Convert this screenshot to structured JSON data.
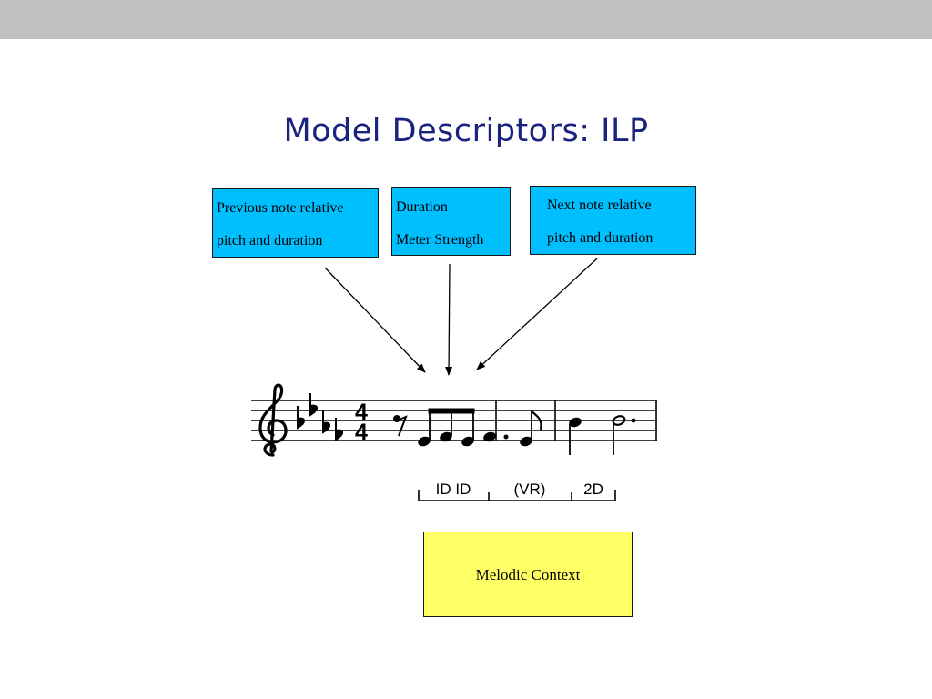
{
  "slide": {
    "title": "Model Descriptors: ILP"
  },
  "boxes": {
    "previous": {
      "line1": "Previous note relative",
      "line2": "pitch and duration"
    },
    "current": {
      "line1": "Duration",
      "line2": "Meter Strength"
    },
    "next": {
      "line1": "Next note relative",
      "line2": "pitch and duration"
    },
    "context": {
      "label": "Melodic Context"
    }
  },
  "score": {
    "time_signature": {
      "top": "4",
      "bottom": "4"
    },
    "segments": [
      "ID ID",
      "(VR)",
      "2D"
    ]
  },
  "colors": {
    "title": "#1a237e",
    "descriptor_box": "#00bfff",
    "context_box": "#ffff66",
    "header_band": "#c0c0c0"
  }
}
